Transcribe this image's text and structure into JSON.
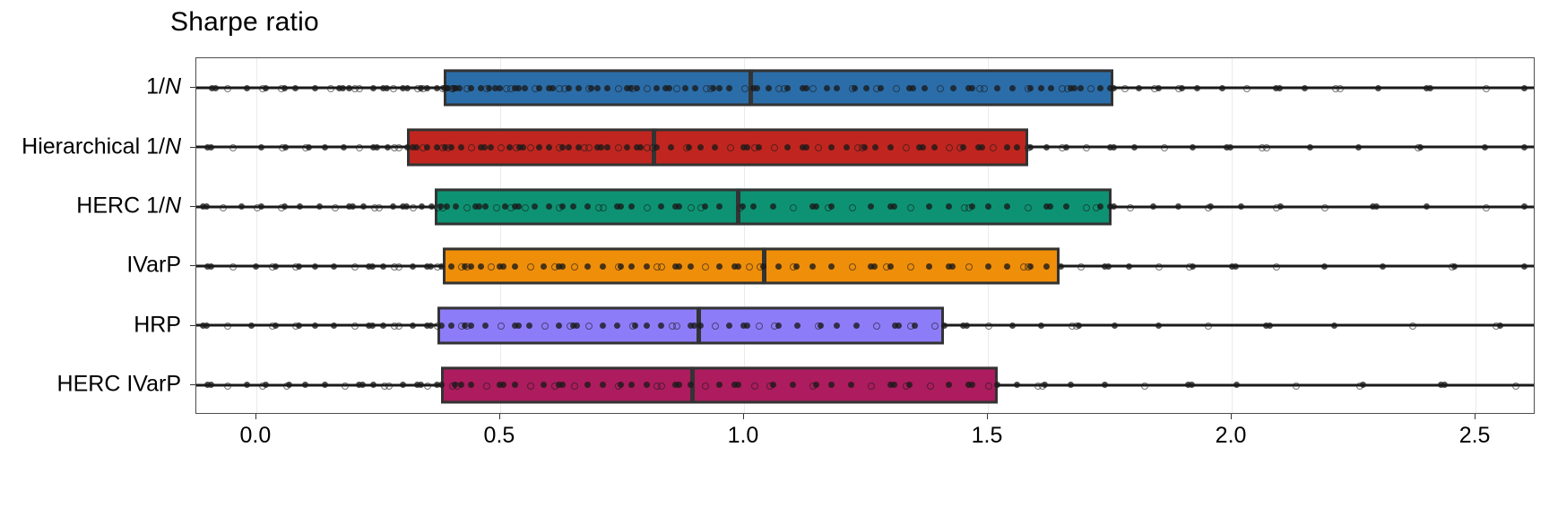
{
  "chart_data": {
    "type": "boxplot",
    "title": "Sharpe ratio",
    "xlabel": "",
    "ylabel": "",
    "orientation": "horizontal",
    "grid": "vertical-only",
    "legend": "none",
    "xlim": [
      -0.123,
      2.623
    ],
    "xticks": [
      0.0,
      0.5,
      1.0,
      1.5,
      2.0,
      2.5
    ],
    "xticklabels": [
      "0.0",
      "0.5",
      "1.0",
      "1.5",
      "2.0",
      "2.5"
    ],
    "categories": [
      "1/N",
      "Hierarchical 1/N",
      "HERC 1/N",
      "IVarP",
      "HRP",
      "HERC IVarP"
    ],
    "boxes": [
      {
        "label": "1/N",
        "label_plain": "1/",
        "label_italic": "N",
        "color": "#2b6da8",
        "q1": 0.384,
        "median": 1.013,
        "q3": 1.758,
        "whisker_low": -0.123,
        "whisker_high": 2.623
      },
      {
        "label": "Hierarchical 1/N",
        "label_plain": "Hierarchical 1/",
        "label_italic": "N",
        "color": "#c0261f",
        "q1": 0.309,
        "median": 0.816,
        "q3": 1.582,
        "whisker_low": -0.123,
        "whisker_high": 2.623
      },
      {
        "label": "HERC 1/N",
        "label_plain": "HERC 1/",
        "label_italic": "N",
        "color": "#0d9373",
        "q1": 0.366,
        "median": 0.989,
        "q3": 1.754,
        "whisker_low": -0.123,
        "whisker_high": 2.623
      },
      {
        "label": "IVarP",
        "label_plain": "IVarP",
        "label_italic": "",
        "color": "#ef8e09",
        "q1": 0.382,
        "median": 1.041,
        "q3": 1.647,
        "whisker_low": -0.123,
        "whisker_high": 2.623
      },
      {
        "label": "HRP",
        "label_plain": "HRP",
        "label_italic": "",
        "color": "#8d7cf8",
        "q1": 0.371,
        "median": 0.908,
        "q3": 1.41,
        "whisker_low": -0.123,
        "whisker_high": 2.623
      },
      {
        "label": "HERC IVarP",
        "label_plain": "HERC IVarP",
        "label_italic": "",
        "color": "#ac1c5e",
        "q1": 0.378,
        "median": 0.894,
        "q3": 1.52,
        "whisker_low": -0.123,
        "whisker_high": 2.623
      }
    ],
    "points": {
      "1/N": [
        -0.09,
        -0.06,
        -0.02,
        0.02,
        0.05,
        0.08,
        0.12,
        0.15,
        0.17,
        0.19,
        0.21,
        0.24,
        0.26,
        0.28,
        0.3,
        0.31,
        0.33,
        0.35,
        0.37,
        0.38,
        0.385,
        0.39,
        0.4,
        0.405,
        0.41,
        0.43,
        0.44,
        0.46,
        0.47,
        0.49,
        0.5,
        0.52,
        0.53,
        0.55,
        0.57,
        0.58,
        0.6,
        0.62,
        0.64,
        0.66,
        0.68,
        0.7,
        0.72,
        0.74,
        0.76,
        0.78,
        0.8,
        0.82,
        0.84,
        0.86,
        0.88,
        0.9,
        0.93,
        0.95,
        0.97,
        1.0,
        1.02,
        1.05,
        1.07,
        1.09,
        1.12,
        1.14,
        1.17,
        1.19,
        1.22,
        1.25,
        1.28,
        1.31,
        1.34,
        1.37,
        1.4,
        1.43,
        1.46,
        1.49,
        1.52,
        1.55,
        1.58,
        1.61,
        1.63,
        1.65,
        1.67,
        1.69,
        1.71,
        1.73,
        1.75,
        1.78,
        1.81,
        1.85,
        1.89,
        1.93,
        1.98,
        2.03,
        2.09,
        2.15,
        2.22,
        2.3,
        2.4,
        2.52,
        2.6
      ],
      "Hierarchical 1/N": [
        -0.1,
        -0.05,
        0.01,
        0.06,
        0.1,
        0.14,
        0.18,
        0.21,
        0.24,
        0.27,
        0.29,
        0.31,
        0.32,
        0.34,
        0.35,
        0.37,
        0.38,
        0.4,
        0.42,
        0.44,
        0.46,
        0.48,
        0.5,
        0.52,
        0.54,
        0.56,
        0.58,
        0.6,
        0.62,
        0.64,
        0.66,
        0.68,
        0.7,
        0.72,
        0.74,
        0.76,
        0.78,
        0.8,
        0.82,
        0.85,
        0.88,
        0.91,
        0.94,
        0.97,
        1.0,
        1.03,
        1.06,
        1.09,
        1.12,
        1.15,
        1.18,
        1.21,
        1.24,
        1.27,
        1.3,
        1.33,
        1.36,
        1.39,
        1.42,
        1.45,
        1.48,
        1.51,
        1.54,
        1.56,
        1.58,
        1.62,
        1.66,
        1.7,
        1.75,
        1.8,
        1.86,
        1.92,
        1.99,
        2.07,
        2.16,
        2.26,
        2.38,
        2.52,
        2.6
      ],
      "HERC 1/N": [
        -0.11,
        -0.07,
        -0.03,
        0.01,
        0.05,
        0.09,
        0.13,
        0.16,
        0.19,
        0.22,
        0.25,
        0.28,
        0.3,
        0.32,
        0.34,
        0.36,
        0.37,
        0.39,
        0.41,
        0.43,
        0.45,
        0.47,
        0.49,
        0.51,
        0.53,
        0.55,
        0.57,
        0.6,
        0.62,
        0.65,
        0.68,
        0.71,
        0.74,
        0.77,
        0.8,
        0.83,
        0.86,
        0.89,
        0.92,
        0.95,
        0.99,
        1.02,
        1.06,
        1.1,
        1.14,
        1.18,
        1.22,
        1.26,
        1.3,
        1.34,
        1.38,
        1.42,
        1.46,
        1.5,
        1.54,
        1.58,
        1.62,
        1.66,
        1.7,
        1.73,
        1.75,
        1.79,
        1.84,
        1.89,
        1.95,
        2.02,
        2.1,
        2.19,
        2.29,
        2.4,
        2.52,
        2.6
      ],
      "IVarP": [
        -0.1,
        -0.05,
        0.0,
        0.04,
        0.08,
        0.12,
        0.16,
        0.2,
        0.23,
        0.26,
        0.29,
        0.32,
        0.35,
        0.37,
        0.38,
        0.4,
        0.42,
        0.44,
        0.46,
        0.48,
        0.5,
        0.53,
        0.56,
        0.59,
        0.62,
        0.65,
        0.68,
        0.71,
        0.74,
        0.77,
        0.8,
        0.83,
        0.86,
        0.89,
        0.92,
        0.95,
        0.98,
        1.01,
        1.04,
        1.07,
        1.1,
        1.14,
        1.18,
        1.22,
        1.26,
        1.3,
        1.34,
        1.38,
        1.42,
        1.46,
        1.5,
        1.54,
        1.58,
        1.62,
        1.65,
        1.69,
        1.74,
        1.79,
        1.85,
        1.92,
        2.0,
        2.09,
        2.19,
        2.31,
        2.45,
        2.6
      ],
      "HRP": [
        -0.11,
        -0.06,
        -0.01,
        0.04,
        0.08,
        0.12,
        0.16,
        0.2,
        0.23,
        0.26,
        0.29,
        0.32,
        0.35,
        0.37,
        0.38,
        0.4,
        0.42,
        0.44,
        0.47,
        0.5,
        0.53,
        0.56,
        0.59,
        0.62,
        0.65,
        0.68,
        0.71,
        0.74,
        0.77,
        0.8,
        0.83,
        0.86,
        0.89,
        0.91,
        0.94,
        0.97,
        1.0,
        1.03,
        1.07,
        1.11,
        1.15,
        1.19,
        1.23,
        1.27,
        1.31,
        1.35,
        1.39,
        1.41,
        1.45,
        1.5,
        1.55,
        1.61,
        1.68,
        1.76,
        1.85,
        1.95,
        2.07,
        2.21,
        2.37,
        2.55
      ],
      "HERC IVarP": [
        -0.1,
        -0.06,
        -0.02,
        0.02,
        0.06,
        0.1,
        0.14,
        0.18,
        0.21,
        0.24,
        0.27,
        0.3,
        0.33,
        0.35,
        0.37,
        0.38,
        0.4,
        0.42,
        0.44,
        0.47,
        0.5,
        0.53,
        0.56,
        0.59,
        0.62,
        0.65,
        0.68,
        0.71,
        0.74,
        0.77,
        0.8,
        0.83,
        0.86,
        0.89,
        0.92,
        0.95,
        0.98,
        1.02,
        1.06,
        1.1,
        1.14,
        1.18,
        1.22,
        1.26,
        1.3,
        1.34,
        1.38,
        1.42,
        1.46,
        1.5,
        1.52,
        1.56,
        1.61,
        1.67,
        1.74,
        1.82,
        1.91,
        2.01,
        2.13,
        2.27,
        2.43,
        2.58
      ]
    }
  }
}
